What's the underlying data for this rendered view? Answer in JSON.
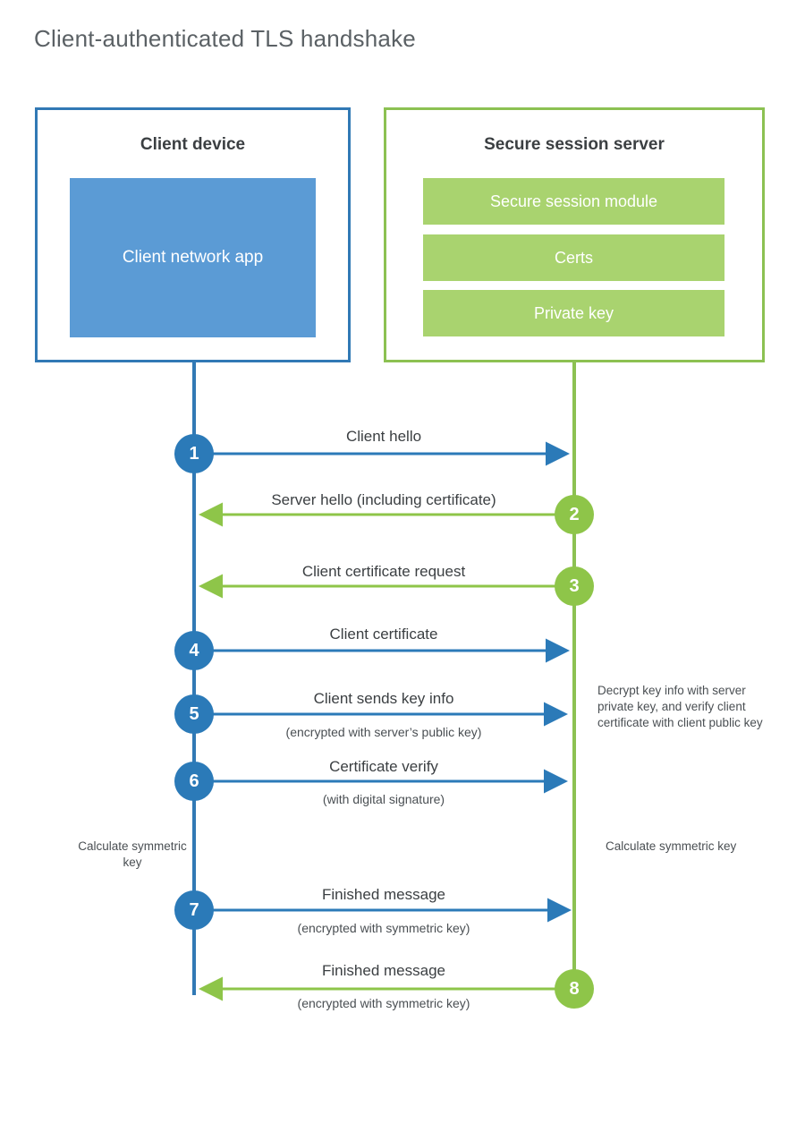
{
  "title": "Client-authenticated TLS handshake",
  "colors": {
    "client_border": "#3179b5",
    "client_fill": "#5b9bd5",
    "client_accent": "#2b7ab8",
    "server_border": "#8cc152",
    "server_fill": "#a9d36f",
    "server_accent": "#8ec549",
    "text": "#3b3f42",
    "background": "#ffffff"
  },
  "actors": {
    "client": {
      "title": "Client device",
      "blocks": [
        {
          "label": "Client network app"
        }
      ]
    },
    "server": {
      "title": "Secure session server",
      "blocks": [
        {
          "label": "Secure session module"
        },
        {
          "label": "Certs"
        },
        {
          "label": "Private key"
        }
      ]
    }
  },
  "steps": [
    {
      "number": "1",
      "label": "Client hello",
      "sublabel": "",
      "direction": "client-to-server",
      "color": "blue"
    },
    {
      "number": "2",
      "label": "Server hello (including certificate)",
      "sublabel": "",
      "direction": "server-to-client",
      "color": "green"
    },
    {
      "number": "3",
      "label": "Client certificate request",
      "sublabel": "",
      "direction": "server-to-client",
      "color": "green"
    },
    {
      "number": "4",
      "label": "Client certificate",
      "sublabel": "",
      "direction": "client-to-server",
      "color": "blue"
    },
    {
      "number": "5",
      "label": "Client sends key info",
      "sublabel": "(encrypted with server’s public key)",
      "direction": "client-to-server",
      "color": "blue"
    },
    {
      "number": "6",
      "label": "Certificate verify",
      "sublabel": "(with digital signature)",
      "direction": "client-to-server",
      "color": "blue"
    },
    {
      "number": "7",
      "label": "Finished message",
      "sublabel": "(encrypted with symmetric key)",
      "direction": "client-to-server",
      "color": "blue"
    },
    {
      "number": "8",
      "label": "Finished message",
      "sublabel": "(encrypted with symmetric key)",
      "direction": "server-to-client",
      "color": "green"
    }
  ],
  "notes": {
    "server_decrypt": "Decrypt key info with server private key, and verify client certificate with client public key",
    "client_calculate": "Calculate symmetric key",
    "server_calculate": "Calculate symmetric key"
  }
}
